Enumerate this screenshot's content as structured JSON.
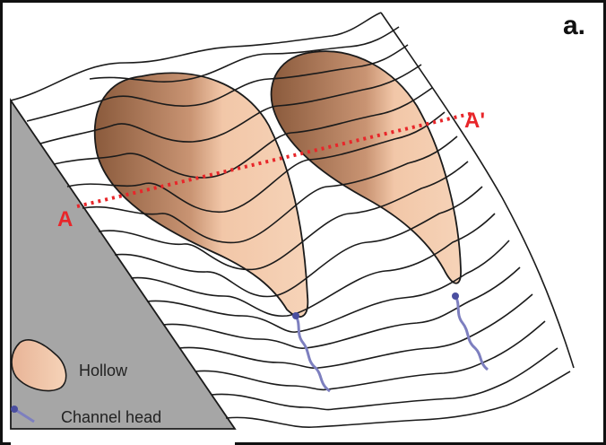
{
  "figure": {
    "panel_label": "a.",
    "section": {
      "start_label": "A",
      "end_label": "A'"
    },
    "legend": {
      "hollow_label": "Hollow",
      "channel_head_label": "Channel head"
    }
  },
  "colors": {
    "hollow_light": "#f2c7a8",
    "hollow_dark": "#8a5a3c",
    "channel": "#7d7fbf",
    "channel_dot": "#4b4fa0",
    "section_line": "#e8262a",
    "side_face": "#a7a7a7",
    "frame": "#111111"
  }
}
